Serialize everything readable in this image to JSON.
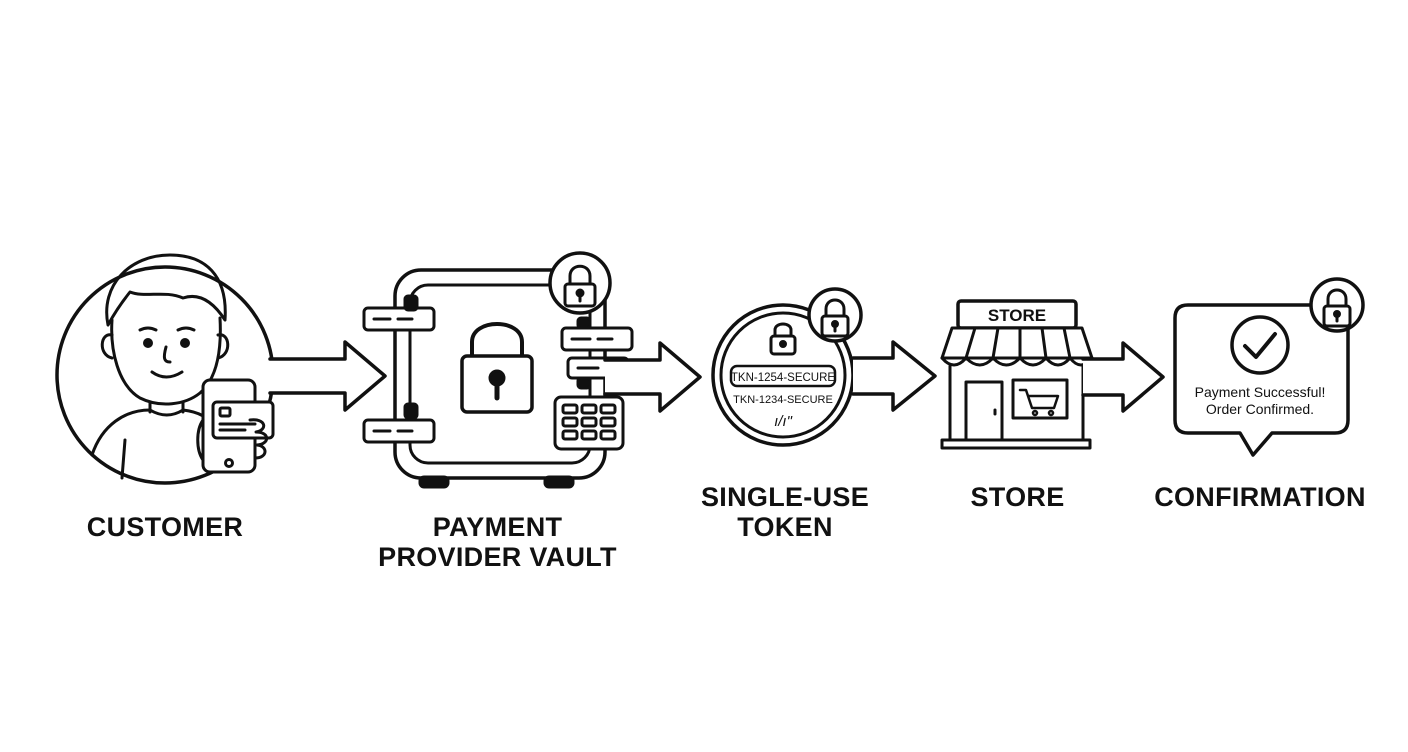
{
  "steps": [
    {
      "id": "customer",
      "label": "CUSTOMER"
    },
    {
      "id": "vault",
      "label": "PAYMENT\nPROVIDER VAULT"
    },
    {
      "id": "token",
      "label": "SINGLE-USE\nTOKEN"
    },
    {
      "id": "store",
      "label": "STORE"
    },
    {
      "id": "confirmation",
      "label": "CONFIRMATION"
    }
  ],
  "token": {
    "code_primary": "TKN-1254-SECURE",
    "code_secondary": "TKN-1234-SECURE",
    "scribble": "ı/ı\""
  },
  "store": {
    "sign": "STORE"
  },
  "confirmation": {
    "line1": "Payment Successful!",
    "line2": "Order Confirmed."
  },
  "icons": [
    "person-icon",
    "phone-icon",
    "credit-card-icon",
    "safe-icon",
    "padlock-icon",
    "keypad-icon",
    "token-coin-icon",
    "storefront-icon",
    "cart-icon",
    "checkmark-icon",
    "speech-bubble-icon",
    "arrow-icon"
  ],
  "colors": {
    "ink": "#111111",
    "background": "#ffffff"
  }
}
